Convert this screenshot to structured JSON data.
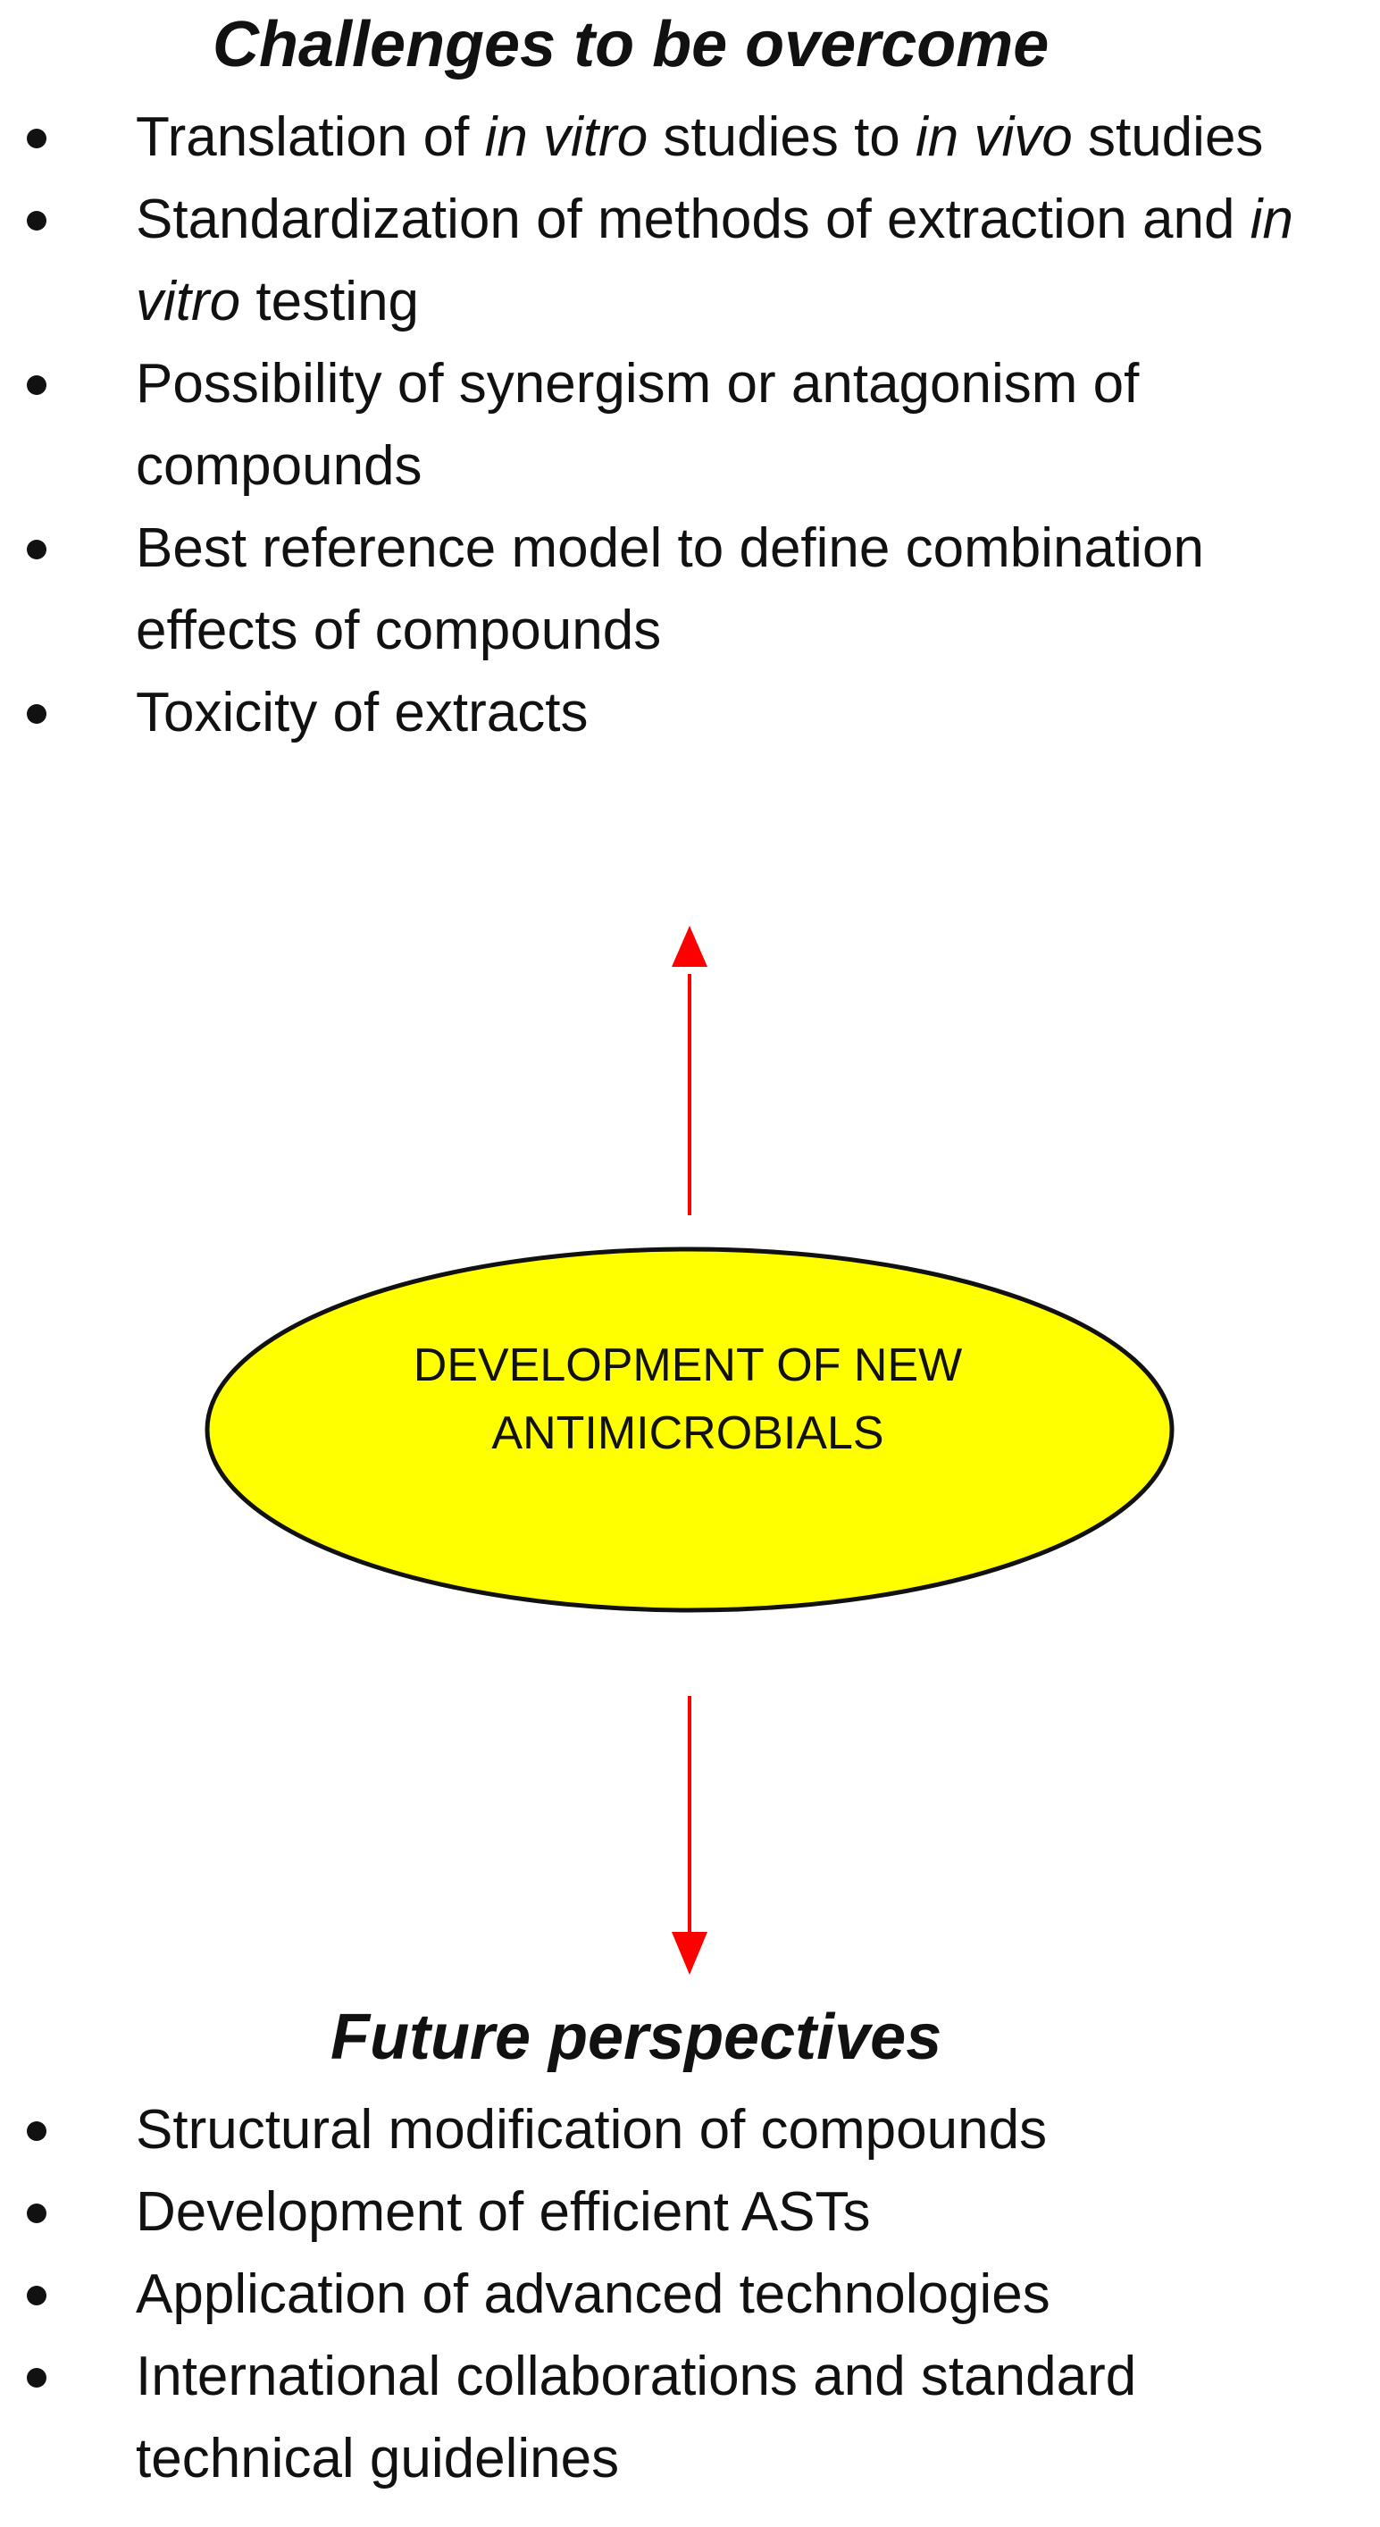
{
  "challenges": {
    "title": "Challenges to be overcome",
    "items": [
      {
        "runs": [
          {
            "text": "Translation of ",
            "italic": false
          },
          {
            "text": "in vitro",
            "italic": true
          },
          {
            "text": " studies to ",
            "italic": false
          },
          {
            "text": "in vivo",
            "italic": true
          },
          {
            "text": " studies",
            "italic": false
          }
        ]
      },
      {
        "runs": [
          {
            "text": "Standardization of methods of extraction and ",
            "italic": false
          },
          {
            "text": "in vitro",
            "italic": true
          },
          {
            "text": " testing",
            "italic": false
          }
        ]
      },
      {
        "runs": [
          {
            "text": "Possibility of synergism or antagonism of compounds",
            "italic": false
          }
        ]
      },
      {
        "runs": [
          {
            "text": "Best reference model to define combination effects of compounds",
            "italic": false
          }
        ]
      },
      {
        "runs": [
          {
            "text": "Toxicity of extracts",
            "italic": false
          }
        ]
      }
    ]
  },
  "center": {
    "line1": "DEVELOPMENT OF NEW",
    "line2": "ANTIMICROBIALS"
  },
  "future": {
    "title": "Future perspectives",
    "items": [
      {
        "runs": [
          {
            "text": "Structural modification of compounds",
            "italic": false
          }
        ]
      },
      {
        "runs": [
          {
            "text": "Development of efficient ASTs",
            "italic": false
          }
        ]
      },
      {
        "runs": [
          {
            "text": "Application of advanced technologies",
            "italic": false
          }
        ]
      },
      {
        "runs": [
          {
            "text": "International collaborations and standard technical guidelines",
            "italic": false
          }
        ]
      }
    ]
  },
  "colors": {
    "ellipse_fill": "#ffff00",
    "ellipse_stroke": "#111111",
    "arrow": "#ff0000",
    "text": "#111111"
  }
}
